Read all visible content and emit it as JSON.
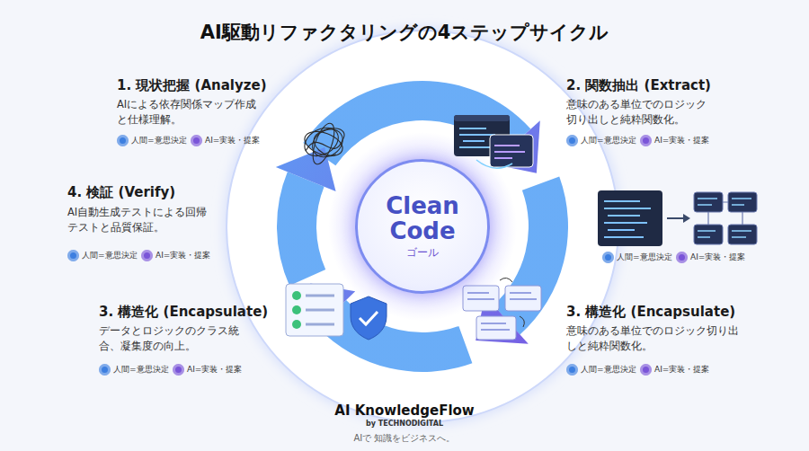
{
  "diagram": {
    "title": "AI駆動リファクタリングの4ステップサイクル",
    "nodes": [
      {
        "text": [
          "Clean Code",
          "ゴール"
        ]
      }
    ],
    "labels": [
      "1. 現状把握 (Analyze)",
      "AIによる依存関係マップ作成と仕様理解。",
      "人間=意思決定",
      "AI=実装・提案",
      "2. 関数抽出 (Extract)",
      "意味のある単位でのロジック切り出しと純粋関数化。",
      "人間=意思決定",
      "AI=実装・提案",
      "4. 検証 (Verify)",
      "AI自動生成テストによる回帰テストと品質保証。",
      "人間=意思決定",
      "AI=実装・提案",
      "人間=意思決定",
      "AI=実装・提案",
      "3. 構造化 (Encapsulate)",
      "データとロジックのクラス統合、凝集度の向上。",
      "人間=意思決定",
      "AI=実装・提案",
      "3. 構造化 (Encapsulate)",
      "意味のある単位でのロジック切り出しと純粋関数化。",
      "人間=意思決定",
      "AI=実装・提案",
      "AI KnowledgeFlow",
      "by TECHNODIGITAL",
      "AIで 知識をビジネスへ。"
    ]
  }
}
